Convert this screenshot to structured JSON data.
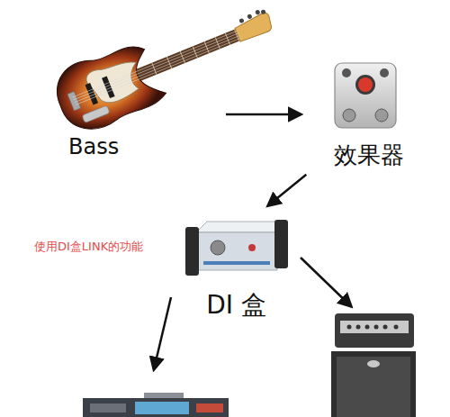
{
  "diagram": {
    "nodes": [
      {
        "text": [
          "Bass"
        ]
      },
      {
        "text": [
          "效果器"
        ]
      },
      {
        "text": [
          "DI 盒"
        ]
      }
    ],
    "edges": [
      {
        "from": 0,
        "to": 1,
        "arrow": "to"
      },
      {
        "from": 1,
        "to": 2,
        "arrow": "to"
      }
    ],
    "labels": [
      "使用DI盒LINK的功能"
    ]
  }
}
